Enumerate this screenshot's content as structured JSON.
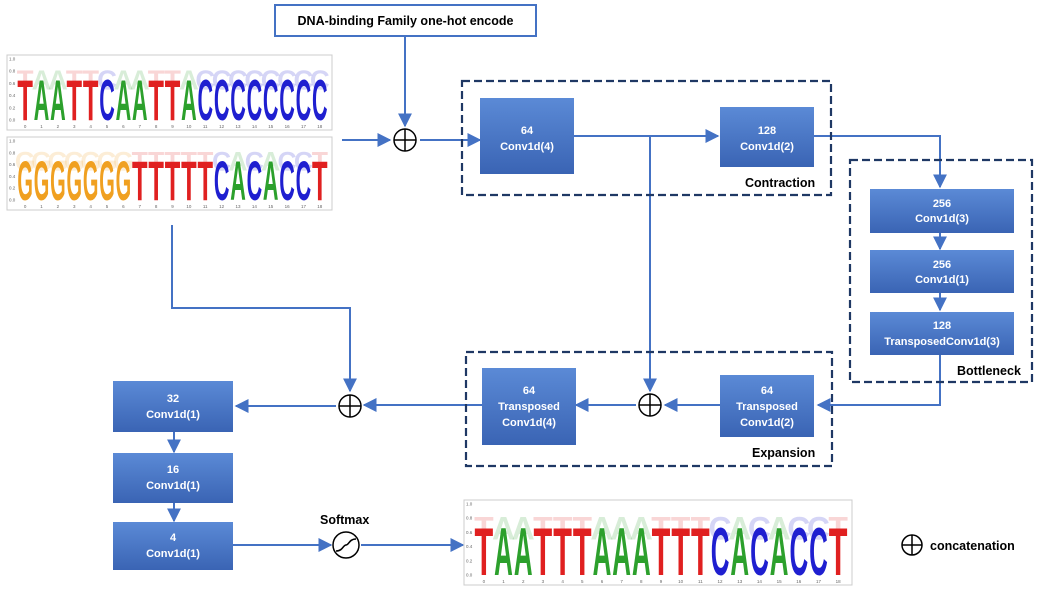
{
  "input": {
    "title": "DNA-binding Family one-hot encode",
    "logo_top": [
      "T",
      "A",
      "A",
      "T",
      "T",
      "C",
      "A",
      "A",
      "T",
      "T",
      "A",
      "C",
      "C",
      "C",
      "C",
      "C",
      "C",
      "C",
      "C"
    ],
    "logo_bottom": [
      "G",
      "G",
      "G",
      "G",
      "G",
      "G",
      "G",
      "T",
      "T",
      "T",
      "T",
      "T",
      "C",
      "A",
      "C",
      "A",
      "C",
      "C",
      "T"
    ]
  },
  "regions": {
    "contraction": "Contraction",
    "bottleneck": "Bottleneck",
    "expansion": "Expansion"
  },
  "blocks": {
    "c64": [
      "64",
      "Conv1d(4)"
    ],
    "c128": [
      "128",
      "Conv1d(2)"
    ],
    "b256a": [
      "256",
      "Conv1d(3)"
    ],
    "b256b": [
      "256",
      "Conv1d(1)"
    ],
    "b128t": [
      "128",
      "TransposedConv1d(3)"
    ],
    "e64b": [
      "64",
      "Transposed",
      "Conv1d(2)"
    ],
    "e64a": [
      "64",
      "Transposed",
      "Conv1d(4)"
    ],
    "o32": [
      "32",
      "Conv1d(1)"
    ],
    "o16": [
      "16",
      "Conv1d(1)"
    ],
    "o4": [
      "4",
      "Conv1d(1)"
    ]
  },
  "softmax_label": "Softmax",
  "output_logo": [
    "T",
    "A",
    "A",
    "T",
    "T",
    "T",
    "A",
    "A",
    "A",
    "T",
    "T",
    "T",
    "C",
    "A",
    "C",
    "A",
    "C",
    "C",
    "T"
  ],
  "logo_axis": {
    "x_ticks": [
      "0",
      "1",
      "2",
      "3",
      "4",
      "5",
      "6",
      "7",
      "8",
      "9",
      "10",
      "11",
      "12",
      "13",
      "14",
      "15",
      "16",
      "17",
      "18"
    ],
    "y_ticks": [
      "0.0",
      "0.2",
      "0.4",
      "0.6",
      "0.8",
      "1.0"
    ]
  },
  "legend": {
    "label": "concatenation"
  },
  "colors": {
    "block": "#4472c4",
    "arrow": "#4472c4",
    "A": "#2ca02c",
    "C": "#1f1fd0",
    "G": "#f0a020",
    "T": "#e02020"
  }
}
